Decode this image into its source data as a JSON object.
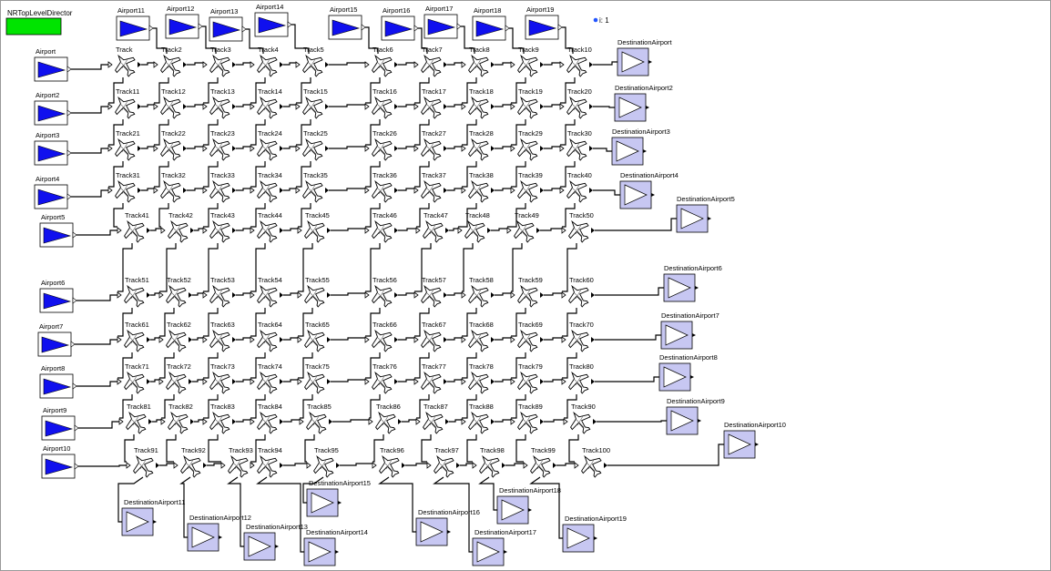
{
  "director": {
    "label": "NRTopLevelDirector",
    "color": "#00e400"
  },
  "parameter": {
    "label": "i: 1",
    "color": "#2255ff"
  },
  "colors": {
    "source_fill": "#1010ee",
    "dest_fill": "#c7c7f2",
    "wire": "#000000"
  },
  "icons": {
    "source": "triangle-source-icon",
    "dest": "triangle-display-icon",
    "track": "airplane-icon"
  },
  "left_sources": [
    "Airport",
    "Airport2",
    "Airport3",
    "Airport4",
    "Airport5",
    "Airport6",
    "Airport7",
    "Airport8",
    "Airport9",
    "Airport10"
  ],
  "top_sources": [
    "Airport11",
    "Airport12",
    "Airport13",
    "Airport14",
    "Airport15",
    "Airport16",
    "Airport17",
    "Airport18",
    "Airport19"
  ],
  "tracks": [
    "Track",
    "Track2",
    "Track3",
    "Track4",
    "Track5",
    "Track6",
    "Track7",
    "Track8",
    "Track9",
    "Track10",
    "Track11",
    "Track12",
    "Track13",
    "Track14",
    "Track15",
    "Track16",
    "Track17",
    "Track18",
    "Track19",
    "Track20",
    "Track21",
    "Track22",
    "Track23",
    "Track24",
    "Track25",
    "Track26",
    "Track27",
    "Track28",
    "Track29",
    "Track30",
    "Track31",
    "Track32",
    "Track33",
    "Track34",
    "Track35",
    "Track36",
    "Track37",
    "Track38",
    "Track39",
    "Track40",
    "Track41",
    "Track42",
    "Track43",
    "Track44",
    "Track45",
    "Track46",
    "Track47",
    "Track48",
    "Track49",
    "Track50",
    "Track51",
    "Track52",
    "Track53",
    "Track54",
    "Track55",
    "Track56",
    "Track57",
    "Track58",
    "Track59",
    "Track60",
    "Track61",
    "Track62",
    "Track63",
    "Track64",
    "Track65",
    "Track66",
    "Track67",
    "Track68",
    "Track69",
    "Track70",
    "Track71",
    "Track72",
    "Track73",
    "Track74",
    "Track75",
    "Track76",
    "Track77",
    "Track78",
    "Track79",
    "Track80",
    "Track81",
    "Track82",
    "Track83",
    "Track84",
    "Track85",
    "Track86",
    "Track87",
    "Track88",
    "Track89",
    "Track90",
    "Track91",
    "Track92",
    "Track93",
    "Track94",
    "Track95",
    "Track96",
    "Track97",
    "Track98",
    "Track99",
    "Track100"
  ],
  "right_destinations": [
    "DestinationAirport",
    "DestinationAirport2",
    "DestinationAirport3",
    "DestinationAirport4",
    "DestinationAirport5",
    "DestinationAirport6",
    "DestinationAirport7",
    "DestinationAirport8",
    "DestinationAirport9",
    "DestinationAirport10"
  ],
  "bottom_destinations": [
    "DestinationAirport11",
    "DestinationAirport12",
    "DestinationAirport13",
    "DestinationAirport14",
    "DestinationAirport15",
    "DestinationAirport16",
    "DestinationAirport17",
    "DestinationAirport18",
    "DestinationAirport19"
  ]
}
